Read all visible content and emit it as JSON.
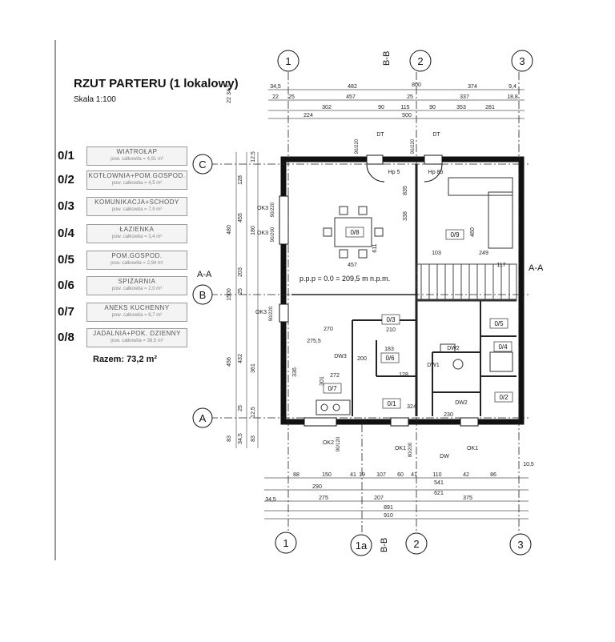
{
  "plan": {
    "title": "RZUT PARTERU (1 lokalowy)",
    "scale": "Skala 1:100",
    "total": "Razem: 73,2 m²"
  },
  "legend": [
    {
      "code": "0/1",
      "name": "WIATROŁAP",
      "area": "pow. całkowita = 4,91 m²"
    },
    {
      "code": "0/2",
      "name": "KOTŁOWNIA+POM.GOSPOD.",
      "area": "pow. całkowita = 4,5 m²"
    },
    {
      "code": "0/3",
      "name": "KOMUNIKACJA+SCHODY",
      "area": "pow. całkowita = 7,9 m²"
    },
    {
      "code": "0/4",
      "name": "ŁAZIENKA",
      "area": "pow. całkowita = 3,4 m²"
    },
    {
      "code": "0/5",
      "name": "POM.GOSPOD.",
      "area": "pow. całkowita = 2,94 m²"
    },
    {
      "code": "0/6",
      "name": "SPIŻARNIA",
      "area": "pow. całkowita = 2,0 m²"
    },
    {
      "code": "0/7",
      "name": "ANEKS KUCHENNY",
      "area": "pow. całkowita = 8,7 m²"
    },
    {
      "code": "0/8",
      "name": "JADALNIA+POK. DZIENNY",
      "area": "pow. całkowita = 38,5 m²"
    }
  ],
  "axes": {
    "columns": [
      "1",
      "2",
      "3",
      "1a"
    ],
    "rows": [
      "C",
      "B",
      "A"
    ],
    "sections": [
      "B-B",
      "A-A"
    ]
  },
  "level": "p.p.p = 0.0 = 209,5 m n.p.m.",
  "rooms_on_plan": [
    "0/1",
    "0/2",
    "0/3",
    "0/4",
    "0/5",
    "0/6",
    "0/7",
    "0/8",
    "0/9"
  ],
  "dimensions": {
    "top": [
      "34,5",
      "482",
      "800",
      "374",
      "9,4",
      "22",
      "25",
      "457",
      "25",
      "337",
      "18,8",
      "302",
      "90",
      "115",
      "90",
      "353",
      "281",
      "224",
      "500"
    ],
    "left": [
      "34,5",
      "22",
      "128",
      "12,5",
      "480",
      "455",
      "180",
      "203",
      "25",
      "1500",
      "456",
      "432",
      "361",
      "25",
      "12,5",
      "83",
      "34,5",
      "83"
    ],
    "bottom": [
      "88",
      "150",
      "41",
      "19",
      "107",
      "60",
      "41",
      "110",
      "42",
      "86",
      "10,5",
      "290",
      "541",
      "621",
      "275",
      "207",
      "375",
      "891",
      "910",
      "34,5"
    ],
    "interior": [
      "835",
      "338",
      "611",
      "460",
      "457",
      "103",
      "249",
      "117",
      "270",
      "275,5",
      "336",
      "301",
      "272",
      "200",
      "183",
      "210",
      "128",
      "324",
      "230"
    ]
  },
  "openings": [
    "DT",
    "DT",
    "OK3",
    "OK3",
    "OK3",
    "OK2",
    "OK1",
    "OK1",
    "DW",
    "DW1",
    "DW2",
    "DW2",
    "DW3",
    "Hp 5",
    "Hp 85"
  ],
  "openings_sizes": [
    "90/220",
    "90/220",
    "90/220",
    "90/200",
    "90/220",
    "90/120",
    "80/200"
  ]
}
